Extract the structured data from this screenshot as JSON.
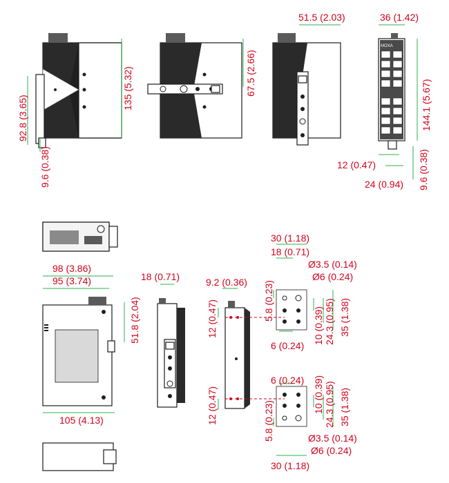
{
  "colors": {
    "dimension_text": "#d0021b",
    "dimension_line": "#2bb24c",
    "outline": "#1a1a1a"
  },
  "brand": "MOXA",
  "dimensions": {
    "side_height_body": "135 (5.32)",
    "side_rail_height": "92.8 (3.65)",
    "side_clip_offset": "9.6 (0.38)",
    "wall_mount_height": "67.5 (2.66)",
    "din_bracket_width": "51.5 (2.03)",
    "front_width": "36 (1.42)",
    "front_height": "144.1 (5.67)",
    "front_clip_height": "9.6 (0.38)",
    "front_clip_offset": "12 (0.47)",
    "front_clip_width": "24 (0.94)",
    "depth_overall": "98 (3.86)",
    "depth_body": "95 (3.74)",
    "top_offset": "51.8 (2.04)",
    "depth_bottom": "105 (4.13)",
    "plate_width": "18 (0.71)",
    "plate_edge_offset": "9.2 (0.36)",
    "hole_offset_top": "12 (0.47)",
    "hole_offset_bottom": "12 (0.47)",
    "detail_width_top": "30 (1.18)",
    "detail_inner_top": "18 (0.71)",
    "detail_hole_small_top": "Ø3.5 (0.14)",
    "detail_hole_large_top": "Ø6 (0.24)",
    "detail_edge_top": "5.8 (0.23)",
    "detail_pitch_top": "10 (0.39)",
    "detail_span_top": "24.3 (0.95)",
    "detail_total_top": "35 (1.38)",
    "detail_spacing_top": "6 (0.24)",
    "detail_spacing_bottom": "6 (0.24)",
    "detail_pitch_bottom": "10 (0.39)",
    "detail_span_bottom": "24.3 (0.95)",
    "detail_total_bottom": "35 (1.38)",
    "detail_edge_bottom": "5.8 (0.23)",
    "detail_hole_small_bottom": "Ø3.5 (0.14)",
    "detail_hole_large_bottom": "Ø6 (0.24)",
    "detail_width_bottom": "30 (1.18)"
  }
}
